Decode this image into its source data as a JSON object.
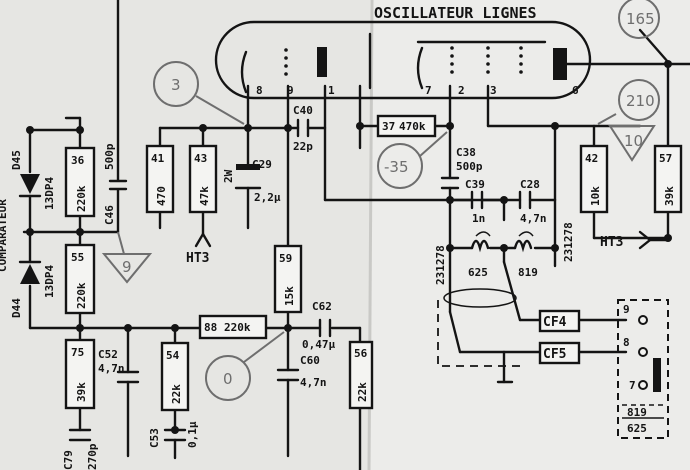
{
  "title": "OSCILLATEUR LIGNES",
  "vertical_text": {
    "comparateur": "COMPARATEUR",
    "d45": "D45",
    "d44": "D44"
  },
  "circles": [
    "165",
    "210",
    "3",
    "-35",
    "0"
  ],
  "triangles": [
    "10",
    "9"
  ],
  "tube_pins": [
    "8",
    "9",
    "1",
    "7",
    "2",
    "3",
    "6"
  ],
  "resistors": {
    "r36": [
      "36",
      "220k"
    ],
    "r55": [
      "55",
      "220k"
    ],
    "r75": [
      "75",
      "39k"
    ],
    "r41": [
      "41",
      "470"
    ],
    "r43": [
      "43",
      "47k"
    ],
    "r59": [
      "59",
      "15k"
    ],
    "r54": [
      "54",
      "22k"
    ],
    "r88": [
      "88",
      "220k"
    ],
    "r37": [
      "37",
      "470k"
    ],
    "r42": [
      "42",
      "10k"
    ],
    "r57": [
      "57",
      "39k"
    ],
    "r56": [
      "56",
      "22k"
    ]
  },
  "capacitors": {
    "c46": "C46",
    "c46v": "500p",
    "c29": "C29",
    "c29w": "2W",
    "c29v": "2,2μ",
    "c40": "C40",
    "c40v": "22p",
    "c38": "C38",
    "c38v": "500p",
    "c39": "C39",
    "c39v": "1n",
    "c28": "C28",
    "c28v": "4,7n",
    "c52": "C52",
    "c52v": "4,7n",
    "c53": "C53",
    "c53v": "0,1μ",
    "c62": "C62",
    "c62v": "0,47μ",
    "c60": "C60",
    "c60v": "4,7n",
    "c79": "C79",
    "c79v": "270p"
  },
  "diodes": {
    "d45v": "13DP4",
    "d44v": "13DP4"
  },
  "coils": {
    "c625": "625",
    "c819": "819",
    "n231278a": "231278",
    "n231278b": "231278"
  },
  "connectors": {
    "cf4": "CF4",
    "cf5": "CF5",
    "p9": "9",
    "p8": "8",
    "p7": "7",
    "s819": "819",
    "s625": "625"
  },
  "ht3": "HT3"
}
